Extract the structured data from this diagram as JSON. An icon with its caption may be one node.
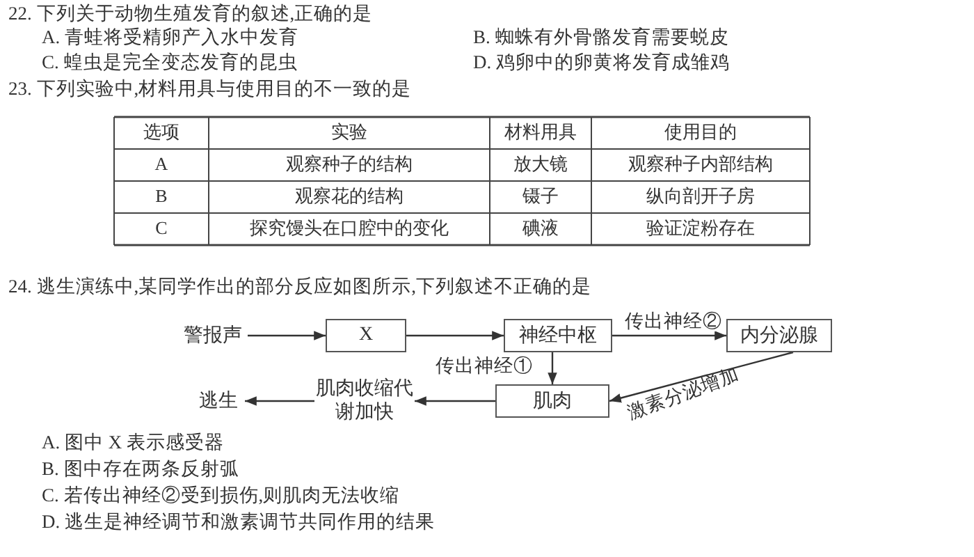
{
  "diagram": {
    "nodes": [
      {
        "text": [
          "警报声"
        ]
      },
      {
        "text": [
          "X"
        ]
      },
      {
        "text": [
          "神经中枢"
        ]
      },
      {
        "text": [
          "内分泌腺"
        ]
      },
      {
        "text": [
          "肌肉"
        ]
      },
      {
        "text": [
          "肌肉收缩代谢加快"
        ]
      },
      {
        "text": [
          "逃生"
        ]
      }
    ],
    "edges": [
      {
        "from": 0,
        "to": 1,
        "arrow": "to"
      },
      {
        "from": 1,
        "to": 2,
        "arrow": "to"
      },
      {
        "from": 2,
        "to": 3,
        "arrow": "to",
        "label": "传出神经②"
      },
      {
        "from": 2,
        "to": 4,
        "arrow": "to",
        "label": "传出神经①"
      },
      {
        "from": 3,
        "to": 4,
        "arrow": "to",
        "label": "激素分泌增加"
      },
      {
        "from": 4,
        "to": 5,
        "arrow": "to"
      },
      {
        "from": 5,
        "to": 6,
        "arrow": "to"
      }
    ],
    "labels": [
      "22. 下列关于动物生殖发育的叙述,正确的是",
      "A. 青蛙将受精卵产入水中发育",
      "B. 蜘蛛有外骨骼发育需要蜕皮",
      "C. 蝗虫是完全变态发育的昆虫",
      "D. 鸡卵中的卵黄将发育成雏鸡",
      "23. 下列实验中,材料用具与使用目的不一致的是",
      "选项",
      "实验",
      "材料用具",
      "使用目的",
      "A",
      "观察种子的结构",
      "放大镜",
      "观察种子内部结构",
      "B",
      "观察花的结构",
      "镊子",
      "纵向剖开子房",
      "C",
      "探究馒头在口腔中的变化",
      "碘液",
      "验证淀粉存在",
      "24. 逃生演练中,某同学作出的部分反应如图所示,下列叙述不正确的是",
      "A. 图中 X 表示感受器",
      "B. 图中存在两条反射弧",
      "C. 若传出神经②受到损伤,则肌肉无法收缩",
      "D. 逃生是神经调节和激素调节共同作用的结果"
    ]
  }
}
